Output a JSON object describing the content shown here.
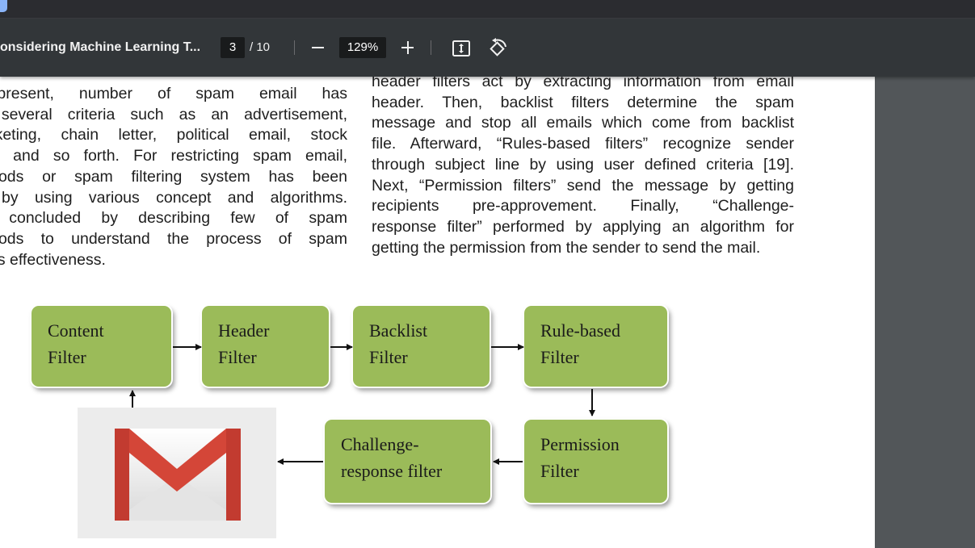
{
  "toolbar": {
    "document_title": "onsidering Machine Learning T...",
    "current_page": "3",
    "page_total": "/ 10",
    "zoom_level": "129%"
  },
  "document": {
    "left_column_lines": [
      "t present, number of spam email has",
      "for several criteria such as an advertisement,",
      "marketing, chain letter, political email, stock",
      "lvice and so forth. For restricting spam email,",
      "nethods or spam filtering system has been",
      "ed by using various concept and algorithms.",
      "ion concluded by describing few of spam",
      "nethods to understand the process of spam",
      "nd its effectiveness."
    ],
    "right_column_lines": [
      "header filters act by extracting information from email",
      "header. Then, backlist filters determine the spam",
      "message and stop all emails which come from backlist",
      "file.  Afterward, “Rules-based filters” recognize sender",
      "through subject line by using user defined criteria [19].",
      "Next, “Permission filters” send the message by getting",
      "recipients  pre-approvement.  Finally,  “Challenge-",
      "response filter” performed by applying an algorithm for",
      "getting the permission from the sender to send the mail."
    ]
  },
  "figure": {
    "box_color": "#9bbb59",
    "boxes": [
      {
        "line1": "Content",
        "line2": "Filter"
      },
      {
        "line1": "Header",
        "line2": "Filter"
      },
      {
        "line1": "Backlist",
        "line2": "Filter"
      },
      {
        "line1": "Rule-based",
        "line2": "Filter"
      },
      {
        "line1": "Permission",
        "line2": "Filter"
      },
      {
        "line1": "Challenge-",
        "line2": "response filter"
      }
    ],
    "mail_logo": "gmail-icon"
  },
  "colors": {
    "toolbar_bg": "#323639",
    "viewer_bg": "#525659",
    "gmail_red": "#d44638"
  }
}
